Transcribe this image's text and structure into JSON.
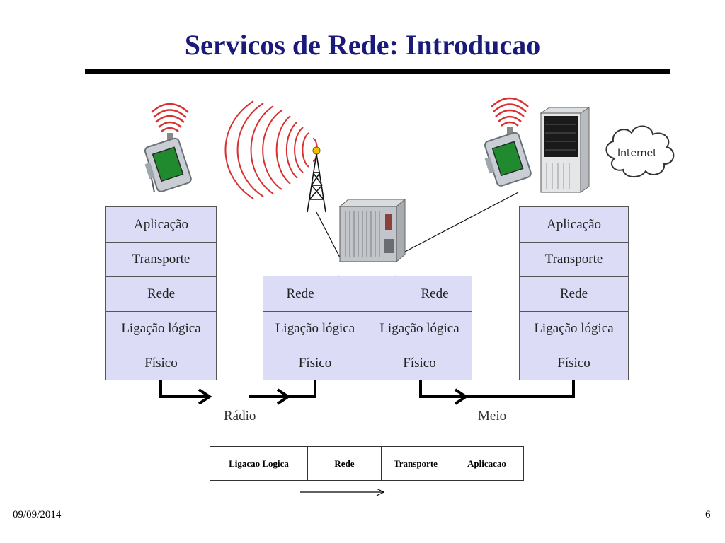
{
  "slide": {
    "title": "Servicos de Rede: Introducao",
    "date": "09/09/2014",
    "page_number": "6"
  },
  "left_stack": {
    "layers": [
      "Aplicação",
      "Transporte",
      "Rede",
      "Ligação lógica",
      "Físico"
    ]
  },
  "router_stack": {
    "rede_left": "Rede",
    "rede_right": "Rede",
    "ligacao_left": "Ligação lógica",
    "ligacao_right": "Ligação lógica",
    "fisico_left": "Físico",
    "fisico_right": "Físico"
  },
  "right_stack": {
    "layers": [
      "Aplicação",
      "Transporte",
      "Rede",
      "Ligação lógica",
      "Físico"
    ]
  },
  "links": {
    "radio": "Rádio",
    "meio": "Meio"
  },
  "frame": {
    "fields": [
      "Ligacao Logica",
      "Rede",
      "Transporte",
      "Aplicacao"
    ]
  },
  "icons": {
    "left_device": "wireless-handheld-icon",
    "antenna": "radio-tower-icon",
    "router": "router-rack-icon",
    "right_device": "wireless-handheld-icon",
    "server": "server-tower-icon",
    "internet": "internet-cloud-icon",
    "internet_label": "Internet"
  },
  "colors": {
    "title": "#1a1a7a",
    "layer_fill": "#dcdcf6",
    "radio_waves": "#d93030",
    "device_screen": "#1f8a2e"
  }
}
